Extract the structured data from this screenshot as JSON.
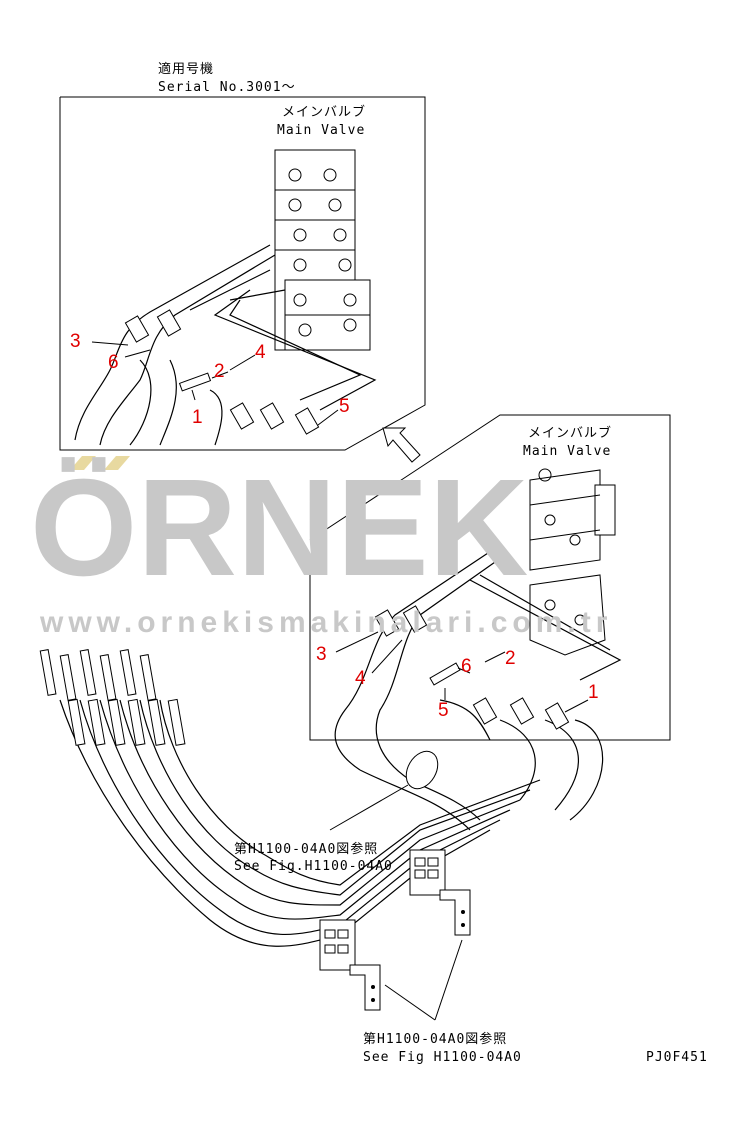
{
  "top_panel": {
    "applicable_label_jp": "適用号機",
    "serial_label": "Serial No.3001～",
    "valve_label_jp": "メインバルブ",
    "valve_label_en": "Main Valve",
    "callouts": [
      "1",
      "2",
      "3",
      "4",
      "5",
      "6"
    ]
  },
  "lower_panel": {
    "valve_label_jp": "メインバルブ",
    "valve_label_en": "Main Valve",
    "callouts": [
      "1",
      "2",
      "3",
      "4",
      "5",
      "6"
    ]
  },
  "references": [
    {
      "jp": "第H1100-04A0図参照",
      "en": "See Fig.H1100-04A0"
    },
    {
      "jp": "第H1100-04A0図参照",
      "en": "See Fig H1100-04A0"
    }
  ],
  "drawing_code": "PJ0F451",
  "watermark": {
    "brand": "ÖRNEK",
    "url": "www.ornekismakinalari.com.tr"
  },
  "colors": {
    "callout": "#e00000",
    "watermark": "#c8c8c8"
  }
}
